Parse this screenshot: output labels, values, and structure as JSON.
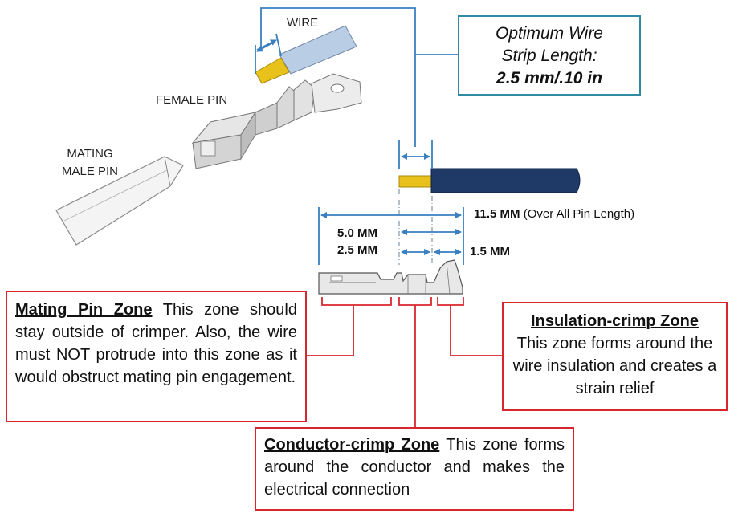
{
  "labels": {
    "wire": "WIRE",
    "female_pin": "FEMALE PIN",
    "mating_male_pin": [
      "MATING",
      "MALE PIN"
    ]
  },
  "strip_box": {
    "line1": "Optimum Wire",
    "line2": "Strip Length:",
    "value": "2.5 mm/.10 in"
  },
  "dimensions": {
    "overall": "11.5 MM",
    "overall_note": "(Over All Pin Length)",
    "five": "5.0 MM",
    "two_five": "2.5 MM",
    "one_five": "1.5 MM"
  },
  "zones": {
    "mating": {
      "title": "Mating Pin Zone",
      "text": " This zone should stay outside of crimper.  Also, the wire must NOT protrude into this zone as it would obstruct  mating pin engagement."
    },
    "insulation": {
      "title": "Insulation-crimp Zone",
      "text": "This zone forms around the wire insulation and creates  a strain relief"
    },
    "conductor": {
      "title": "Conductor-crimp  Zone",
      "text": "  This zone forms around the conductor and makes the electrical connection"
    }
  },
  "colors": {
    "dimension_blue": "#3a7fc0",
    "zone_red": "#d9262c",
    "box_teal": "#2f8aa4",
    "wire_insulation_dark": "#1f3a66",
    "wire_insulation_light": "#b9cde4",
    "conductor_yellow": "#e8c21a"
  }
}
